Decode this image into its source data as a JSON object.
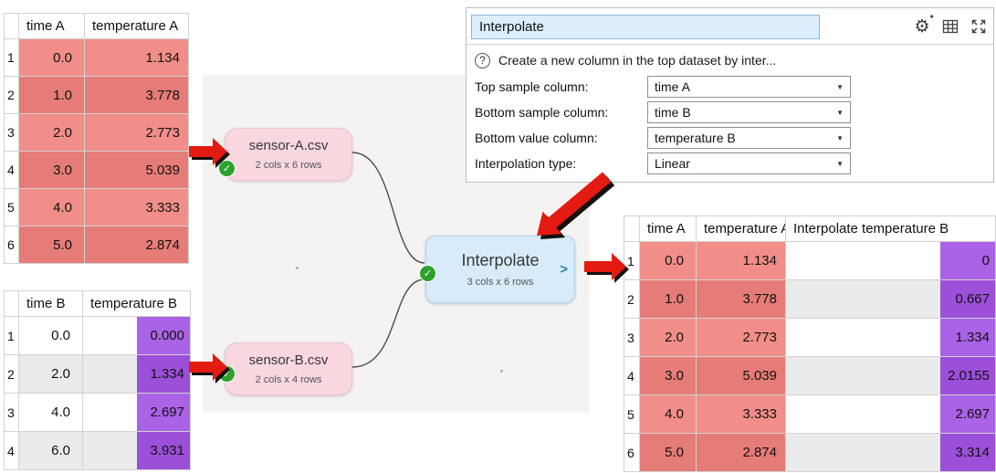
{
  "icons": {
    "check": "✓",
    "dropdown_arrow": "▼",
    "gear": "⚙",
    "sparkle": "✦",
    "help": "?"
  },
  "colors": {
    "red_row_light": "#f18e89",
    "red_row_dark": "#e67c78",
    "purple_row_light": "#aa62e6",
    "purple_row_dark": "#9c4fd9",
    "node_pink": "#f8d7df",
    "node_blue": "#d8ebfa",
    "arrow_red": "#e31b12",
    "status_green": "#2da12d"
  },
  "table_a": {
    "columns": [
      "time A",
      "temperature A"
    ],
    "rows": [
      [
        "1",
        "0.0",
        "1.134"
      ],
      [
        "2",
        "1.0",
        "3.778"
      ],
      [
        "3",
        "2.0",
        "2.773"
      ],
      [
        "4",
        "3.0",
        "5.039"
      ],
      [
        "5",
        "4.0",
        "3.333"
      ],
      [
        "6",
        "5.0",
        "2.874"
      ]
    ]
  },
  "table_b": {
    "columns": [
      "time B",
      "temperature B"
    ],
    "rows": [
      [
        "1",
        "0.0",
        "0.000"
      ],
      [
        "2",
        "2.0",
        "1.334"
      ],
      [
        "3",
        "4.0",
        "2.697"
      ],
      [
        "4",
        "6.0",
        "3.931"
      ]
    ]
  },
  "result_table": {
    "columns": [
      "time A",
      "temperature A",
      "Interpolate temperature B"
    ],
    "rows": [
      [
        "1",
        "0.0",
        "1.134",
        "0"
      ],
      [
        "2",
        "1.0",
        "3.778",
        "0.667"
      ],
      [
        "3",
        "2.0",
        "2.773",
        "1.334"
      ],
      [
        "4",
        "3.0",
        "5.039",
        "2.0155"
      ],
      [
        "5",
        "4.0",
        "3.333",
        "2.697"
      ],
      [
        "6",
        "5.0",
        "2.874",
        "3.314"
      ]
    ]
  },
  "nodes": {
    "sensor_a": {
      "title": "sensor-A.csv",
      "subtitle": "2 cols x 6 rows"
    },
    "sensor_b": {
      "title": "sensor-B.csv",
      "subtitle": "2 cols x 4 rows"
    },
    "interpolate": {
      "title": "Interpolate",
      "subtitle": "3 cols x 6 rows",
      "output_chevron": ">"
    }
  },
  "panel": {
    "title": "Interpolate",
    "help_text": "Create a new column in the top dataset by inter...",
    "fields": [
      {
        "label": "Top sample column:",
        "value": "time A"
      },
      {
        "label": "Bottom sample column:",
        "value": "time B"
      },
      {
        "label": "Bottom value column:",
        "value": "temperature B"
      },
      {
        "label": "Interpolation type:",
        "value": "Linear"
      }
    ]
  }
}
